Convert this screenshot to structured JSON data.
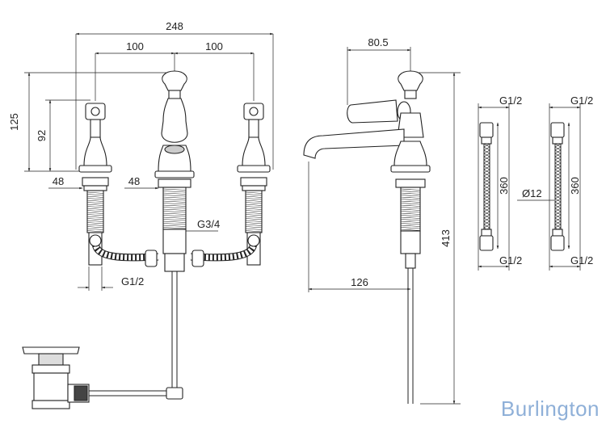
{
  "dimensions": {
    "overall_width": "248",
    "tap_spacing_left": "100",
    "tap_spacing_right": "100",
    "height_total": "125",
    "height_handle": "92",
    "base_left": "48",
    "base_center": "48",
    "center_thread": "G3/4",
    "side_thread": "G1/2",
    "side_depth": "80.5",
    "spout_reach": "126",
    "total_height": "413",
    "hose_top_left": "G1/2",
    "hose_top_right": "G1/2",
    "hose_length_left": "360",
    "hose_length_right": "360",
    "hose_diameter": "Ø12",
    "hose_bottom_left": "G1/2",
    "hose_bottom_right": "G1/2"
  },
  "brand": "Burlington"
}
